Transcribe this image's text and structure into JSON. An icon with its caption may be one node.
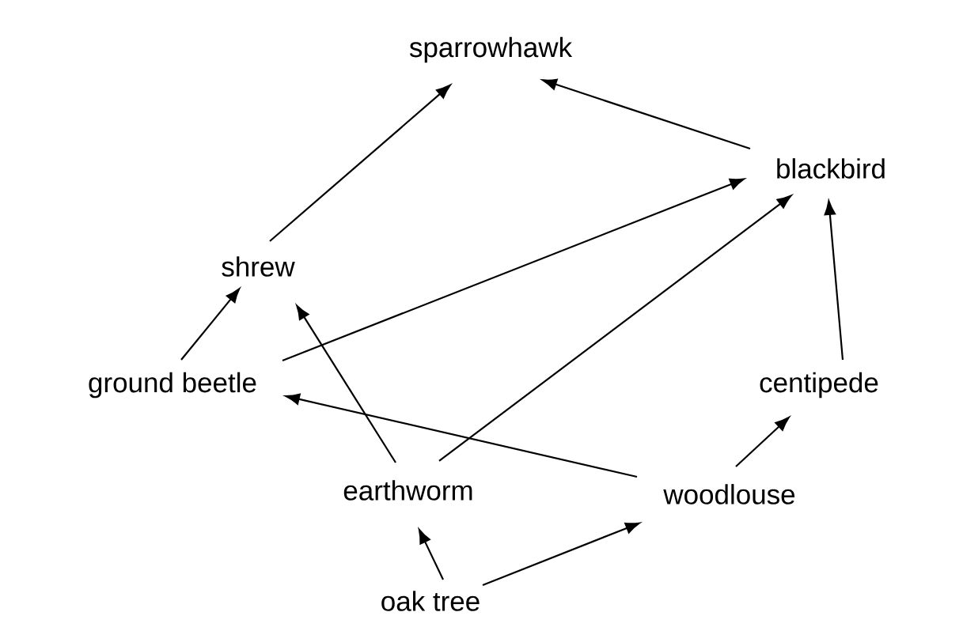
{
  "diagram": {
    "nodes": [
      {
        "text": [
          "sparrowhawk"
        ]
      },
      {
        "text": [
          "blackbird"
        ]
      },
      {
        "text": [
          "shrew"
        ]
      },
      {
        "text": [
          "ground beetle"
        ]
      },
      {
        "text": [
          "centipede"
        ]
      },
      {
        "text": [
          "earthworm"
        ]
      },
      {
        "text": [
          "woodlouse"
        ]
      },
      {
        "text": [
          "oak tree"
        ]
      }
    ],
    "edges": [
      {
        "from": 2,
        "to": 0,
        "arrow": "to"
      },
      {
        "from": 1,
        "to": 0,
        "arrow": "to"
      },
      {
        "from": 3,
        "to": 1,
        "arrow": "to"
      },
      {
        "from": 5,
        "to": 1,
        "arrow": "to"
      },
      {
        "from": 4,
        "to": 1,
        "arrow": "to"
      },
      {
        "from": 3,
        "to": 2,
        "arrow": "to"
      },
      {
        "from": 5,
        "to": 2,
        "arrow": "to"
      },
      {
        "from": 6,
        "to": 3,
        "arrow": "to"
      },
      {
        "from": 6,
        "to": 4,
        "arrow": "to"
      },
      {
        "from": 7,
        "to": 5,
        "arrow": "to"
      },
      {
        "from": 7,
        "to": 6,
        "arrow": "to"
      }
    ]
  }
}
